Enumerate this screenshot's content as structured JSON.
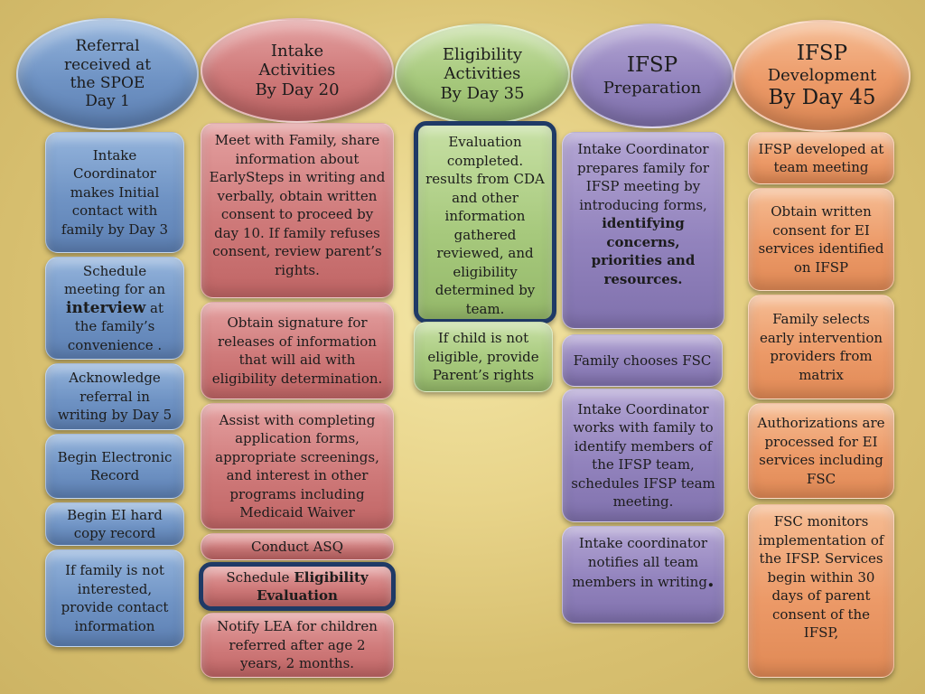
{
  "headers": {
    "referral": {
      "line1": "Referral",
      "line2": "received at",
      "line3": "the SPOE",
      "line4": "Day 1"
    },
    "intake": {
      "line1": "Intake",
      "line2": "Activities",
      "line3": "By Day 20"
    },
    "eligibility": {
      "line1": "Eligibility",
      "line2": "Activities",
      "line3": "By Day 35"
    },
    "preparation": {
      "line1": "IFSP",
      "line2": "Preparation"
    },
    "development": {
      "line1": "IFSP",
      "line2": "Development",
      "line3": "By Day 45"
    }
  },
  "referral_column": {
    "initial_contact": "Intake Coordinator makes Initial contact with family by Day 3",
    "schedule_before": "Schedule meeting  for an",
    "schedule_bold": "interview",
    "schedule_after": "at the family’s convenience .",
    "acknowledge": "Acknowledge referral in writing by Day 5",
    "electronic_record": "Begin Electronic Record",
    "hard_copy": "Begin EI hard copy record",
    "not_interested": "If family is not interested, provide contact information"
  },
  "intake_column": {
    "meet_family": "Meet with Family, share information about EarlySteps in writing and verbally, obtain written consent to proceed by day 10. If family refuses consent, review parent’s rights.",
    "obtain_signature": "Obtain signature for releases of information that will aid with eligibility determination.",
    "assist_forms": "Assist with completing application forms, appropriate screenings, and interest in other programs including Medicaid Waiver",
    "conduct_asq": "Conduct ASQ",
    "schedule_prefix": "Schedule",
    "schedule_bold": "Eligibility Evaluation",
    "notify_lea": "Notify LEA for children referred after age 2 years, 2 months."
  },
  "eligibility_column": {
    "evaluation": "Evaluation completed. results from CDA and other information gathered reviewed, and eligibility determined by team.",
    "not_eligible": "If child is not eligible, provide Parent’s rights"
  },
  "preparation_column": {
    "prepares_text": "Intake Coordinator prepares family for IFSP meeting by introducing forms,",
    "prepares_bold": "identifying concerns, priorities and resources.",
    "chooses_fsc": "Family chooses FSC",
    "works_with_family": "Intake Coordinator works with family to identify members of the IFSP team, schedules IFSP team meeting.",
    "notifies_text": "Intake coordinator notifies all team members in writing",
    "notifies_period": "."
  },
  "development_column": {
    "developed": "IFSP developed at team meeting",
    "written_consent": "Obtain written consent for EI services identified on IFSP",
    "selects_providers": "Family selects early intervention providers from matrix",
    "authorizations": "Authorizations are processed for EI services including FSC",
    "fsc_monitors": "FSC monitors implementation  of the IFSP. Services begin within 30 days of parent consent of the IFSP,"
  },
  "colors": {
    "blue": "#6f93c4",
    "red": "#cf7a7a",
    "green": "#a7c97d",
    "purple": "#9283bd",
    "orange": "#ec9a68",
    "outline": "#1f3a66"
  }
}
